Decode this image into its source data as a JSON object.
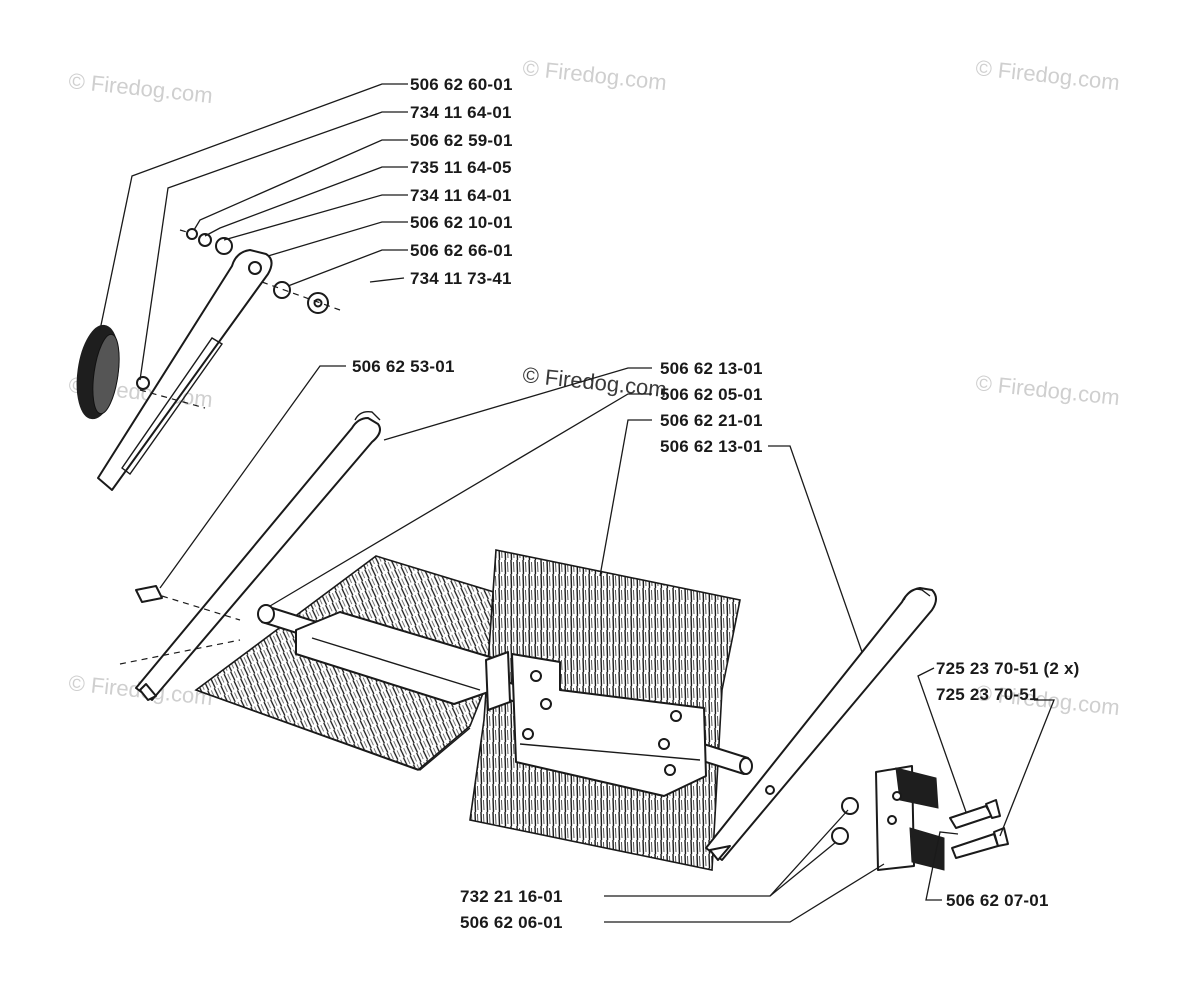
{
  "watermark": "© Firedog.com",
  "part_numbers": {
    "p1": "506 62 60-01",
    "p2": "734 11 64-01",
    "p3": "506 62 59-01",
    "p4": "735 11 64-05",
    "p5": "734 11 64-01",
    "p6": "506 62 10-01",
    "p7": "506 62 66-01",
    "p8": "734 11 73-41",
    "p9": "506 62 53-01",
    "p10": "506 62 13-01",
    "p11": "506 62 05-01",
    "p12": "506 62 21-01",
    "p13": "506 62 13-01",
    "p14": "725 23 70-51 (2 x)",
    "p15": "725 23 70-51",
    "p16": "732 21 16-01",
    "p17": "506 62 06-01",
    "p18": "506 62 07-01"
  }
}
